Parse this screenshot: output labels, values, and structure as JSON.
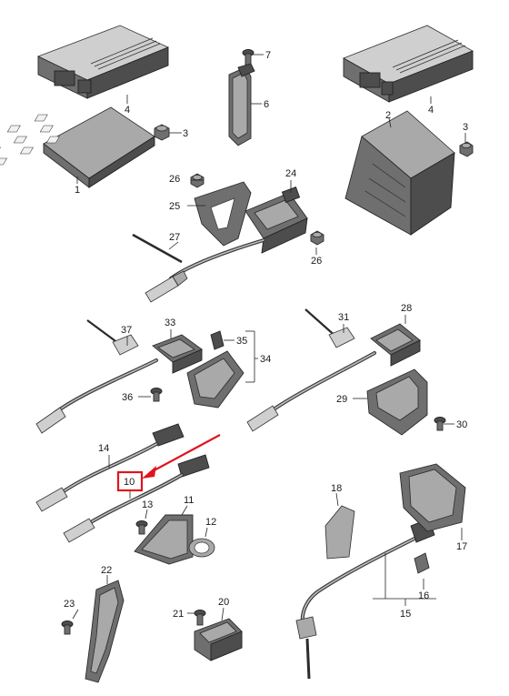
{
  "diagram": {
    "callouts": [
      {
        "id": "c1",
        "text": "1"
      },
      {
        "id": "c2",
        "text": "2"
      },
      {
        "id": "c3a",
        "text": "3"
      },
      {
        "id": "c3b",
        "text": "3"
      },
      {
        "id": "c4a",
        "text": "4"
      },
      {
        "id": "c4b",
        "text": "4"
      },
      {
        "id": "c6",
        "text": "6"
      },
      {
        "id": "c7",
        "text": "7"
      },
      {
        "id": "c10",
        "text": "10"
      },
      {
        "id": "c11",
        "text": "11"
      },
      {
        "id": "c12",
        "text": "12"
      },
      {
        "id": "c13",
        "text": "13"
      },
      {
        "id": "c14",
        "text": "14"
      },
      {
        "id": "c15",
        "text": "15"
      },
      {
        "id": "c16",
        "text": "16"
      },
      {
        "id": "c17",
        "text": "17"
      },
      {
        "id": "c18",
        "text": "18"
      },
      {
        "id": "c20",
        "text": "20"
      },
      {
        "id": "c21",
        "text": "21"
      },
      {
        "id": "c22",
        "text": "22"
      },
      {
        "id": "c23",
        "text": "23"
      },
      {
        "id": "c24",
        "text": "24"
      },
      {
        "id": "c25",
        "text": "25"
      },
      {
        "id": "c26a",
        "text": "26"
      },
      {
        "id": "c26b",
        "text": "26"
      },
      {
        "id": "c27",
        "text": "27"
      },
      {
        "id": "c28",
        "text": "28"
      },
      {
        "id": "c29",
        "text": "29"
      },
      {
        "id": "c30",
        "text": "30"
      },
      {
        "id": "c31",
        "text": "31"
      },
      {
        "id": "c33",
        "text": "33"
      },
      {
        "id": "c34",
        "text": "34"
      },
      {
        "id": "c35",
        "text": "35"
      },
      {
        "id": "c36",
        "text": "36"
      },
      {
        "id": "c37",
        "text": "37"
      }
    ],
    "highlight": {
      "target": "c10",
      "color": "#e0141e"
    },
    "colors": {
      "part_mid": "#6f6f6f",
      "part_dark": "#4d4d4d",
      "part_light": "#a9a9a9",
      "line": "#222222",
      "background": "#ffffff"
    }
  }
}
